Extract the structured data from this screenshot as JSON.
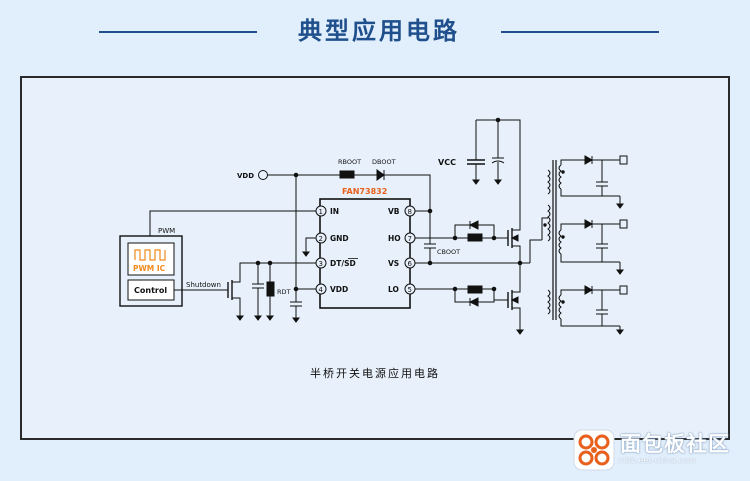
{
  "header": {
    "title": "典型应用电路"
  },
  "schematic": {
    "ic_name": "FAN73832",
    "vdd_label": "VDD",
    "vcc_label": "VCC",
    "rboot_label": "RBOOT",
    "dboot_label": "DBOOT",
    "cboot_label": "CBOOT",
    "rdt_label": "RDT",
    "pwm_label": "PWM",
    "pwm_ic_label": "PWM IC",
    "control_label": "Control",
    "shutdown_label": "Shutdown",
    "pins_left": [
      {
        "num": "1",
        "name": "IN"
      },
      {
        "num": "2",
        "name": "GND"
      },
      {
        "num": "3",
        "name": "DT/SD"
      },
      {
        "num": "4",
        "name": "VDD"
      }
    ],
    "pins_right": [
      {
        "num": "8",
        "name": "VB"
      },
      {
        "num": "7",
        "name": "HO"
      },
      {
        "num": "6",
        "name": "VS"
      },
      {
        "num": "5",
        "name": "LO"
      }
    ]
  },
  "caption": "半桥开关电源应用电路",
  "watermark": {
    "name": "面包板社区",
    "url": "mbb.eet-china.com"
  },
  "colors": {
    "accent": "#1f4f8c",
    "ic_label": "#e8601c",
    "pwm_ic": "#f08a1c"
  }
}
